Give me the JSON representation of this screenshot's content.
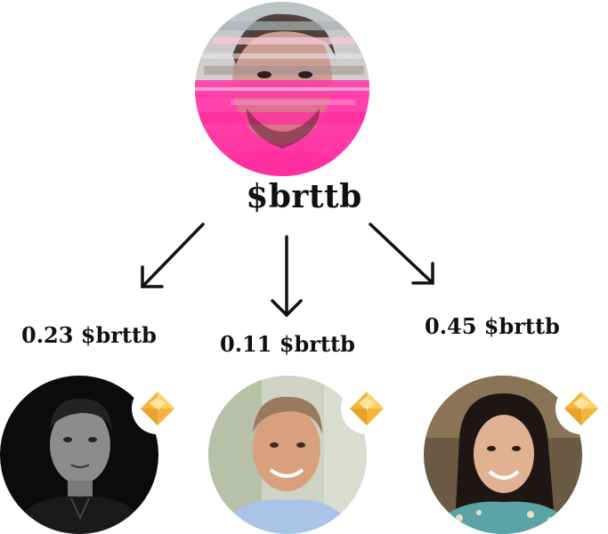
{
  "creator": {
    "handle": "$brttb",
    "avatar_icon": "glitch-portrait-avatar"
  },
  "splits": [
    {
      "amount": "0.23 $brttb",
      "avatar_tone": "grayscale",
      "badge_icon": "diamond-badge-icon"
    },
    {
      "amount": "0.11 $brttb",
      "avatar_tone": "color",
      "badge_icon": "diamond-badge-icon"
    },
    {
      "amount": "0.45 $brttb",
      "avatar_tone": "color",
      "badge_icon": "diamond-badge-icon"
    }
  ],
  "colors": {
    "text": "#111111",
    "glitch_pink": "#ff3aa8",
    "badge_gold": "#f6b53a",
    "badge_light": "#ffd978"
  }
}
